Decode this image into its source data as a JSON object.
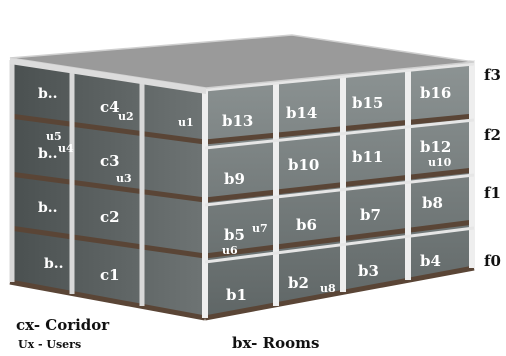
{
  "floor_labels": [
    "f3",
    "f2",
    "f1",
    "f0"
  ],
  "room_labels": [
    "b16",
    "b15",
    "b14",
    "b13",
    "b12",
    "b11",
    "b10",
    "b9",
    "b8",
    "b7",
    "b6",
    "b5",
    "b4",
    "b3",
    "b2",
    "b1"
  ],
  "left_rooms": [
    "b..",
    "b..",
    "b..",
    "b.."
  ],
  "corridors": [
    "c4",
    "c3",
    "c2",
    "c1"
  ],
  "users": [
    "u1",
    "u2",
    "u3",
    "u4",
    "u5",
    "u6",
    "u7",
    "u8",
    "u10"
  ],
  "legend": {
    "corridor": "cx- Coridor",
    "users": "Ux - Users",
    "rooms": "bx- Rooms"
  },
  "colors": {
    "roof": "#9a9a9a",
    "frame": "#e4e4e4",
    "slab": "#6e5a4a",
    "glass": "#7e8484",
    "text_dark": "#111111"
  }
}
